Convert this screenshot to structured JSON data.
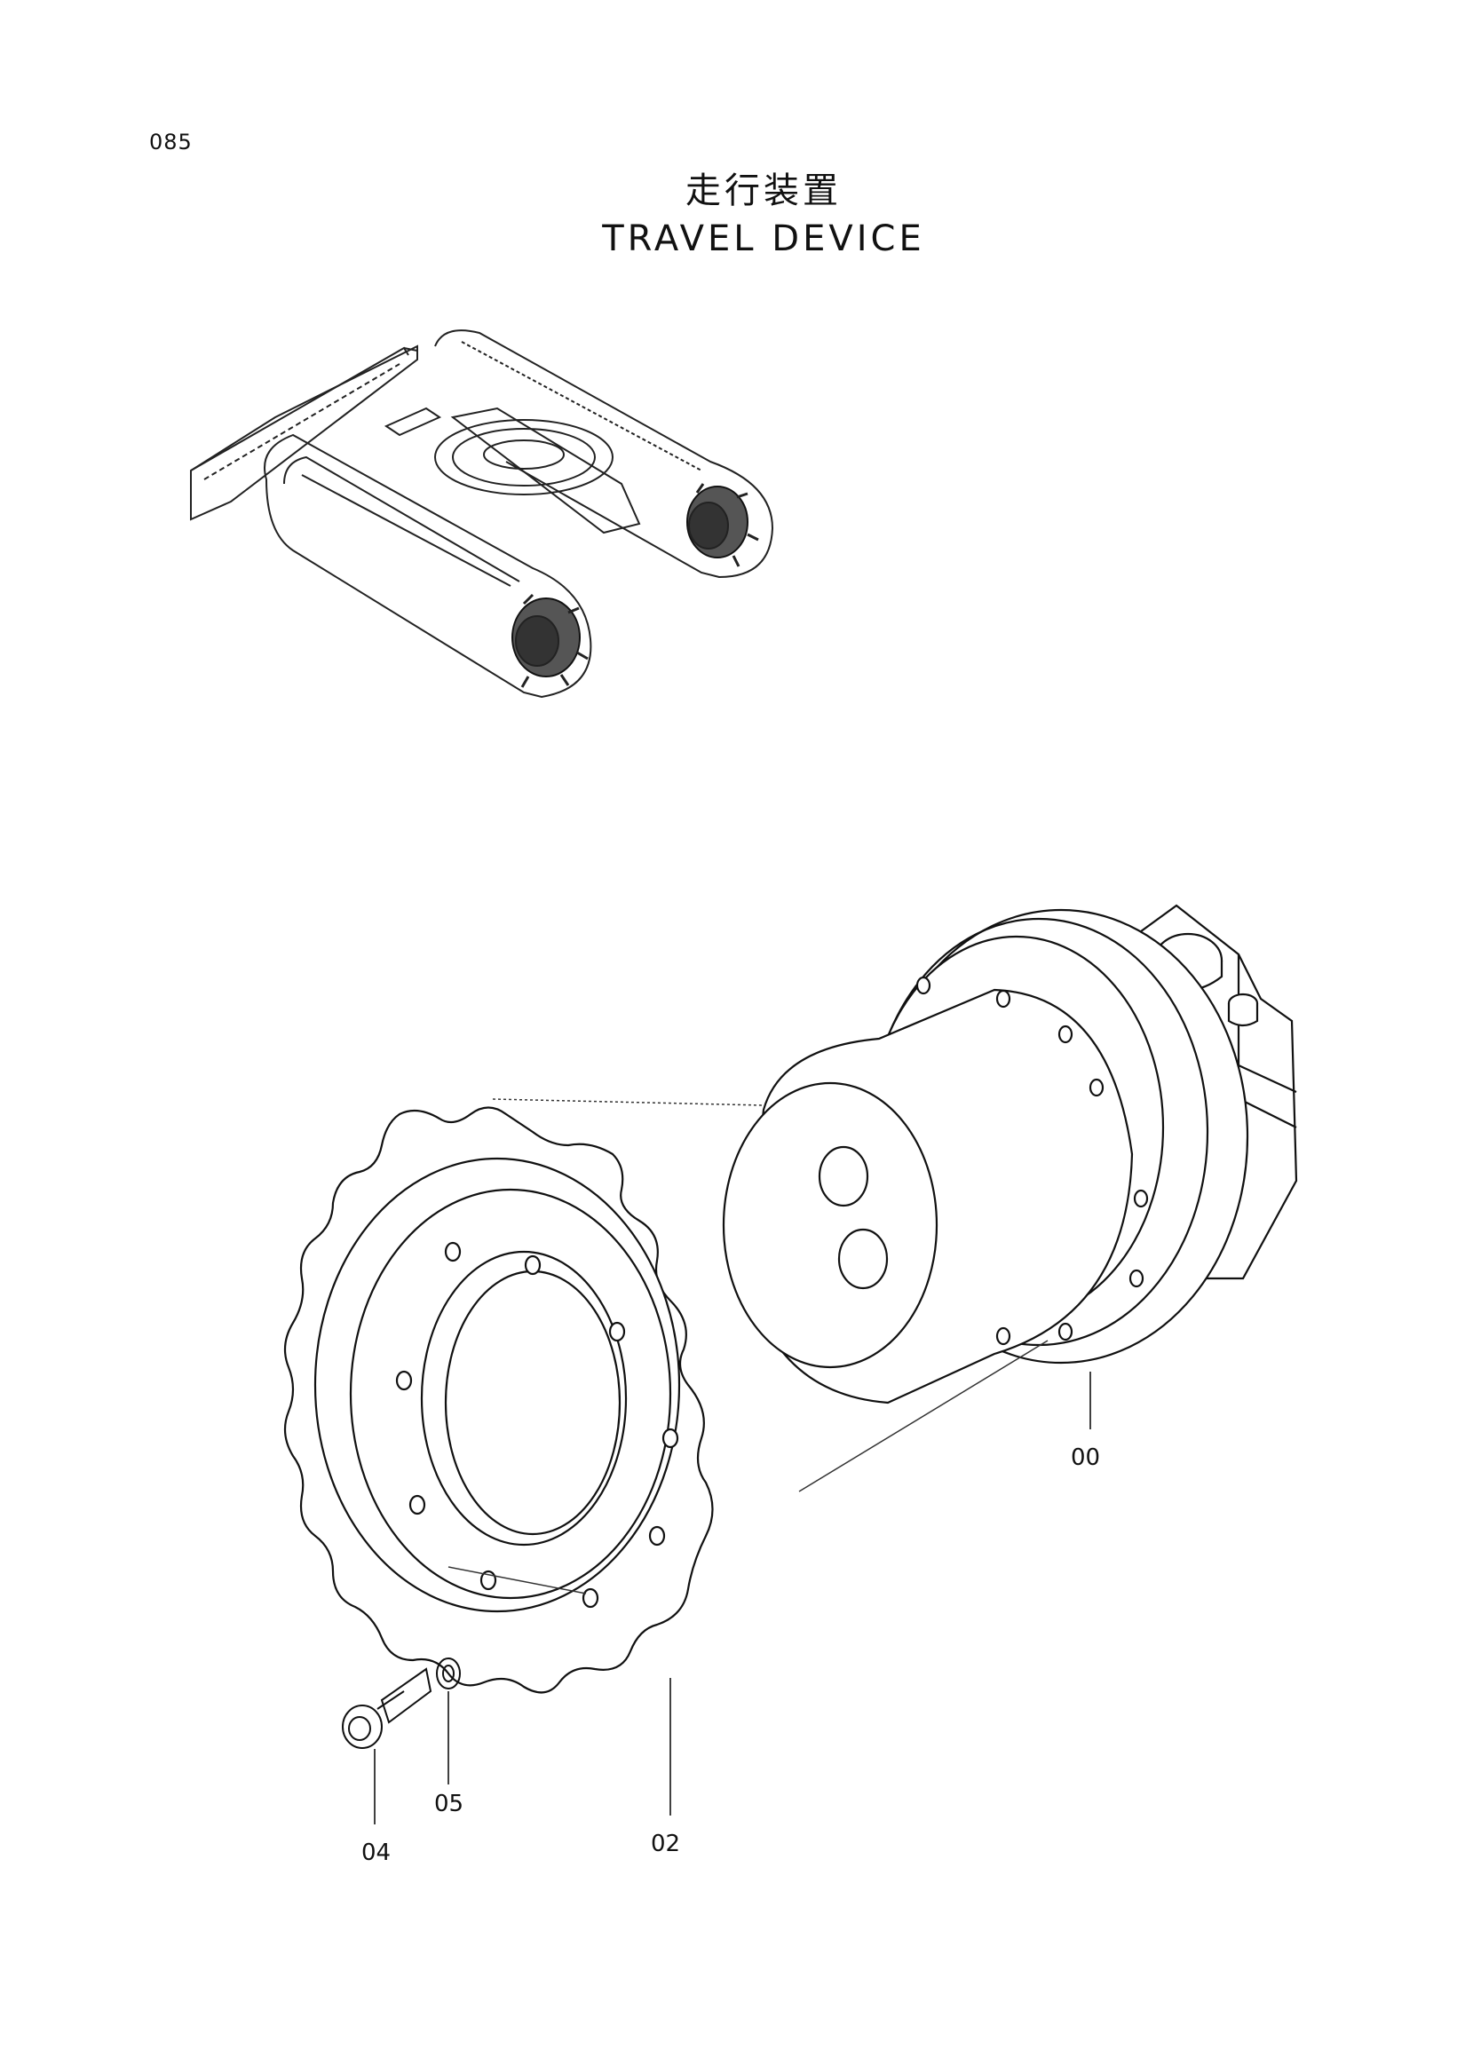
{
  "page": {
    "number": "085"
  },
  "title": {
    "japanese": "走行装置",
    "english": "TRAVEL DEVICE"
  },
  "callouts": [
    {
      "id": "00",
      "label": "00"
    },
    {
      "id": "02",
      "label": "02"
    },
    {
      "id": "04",
      "label": "04"
    },
    {
      "id": "05",
      "label": "05"
    }
  ]
}
